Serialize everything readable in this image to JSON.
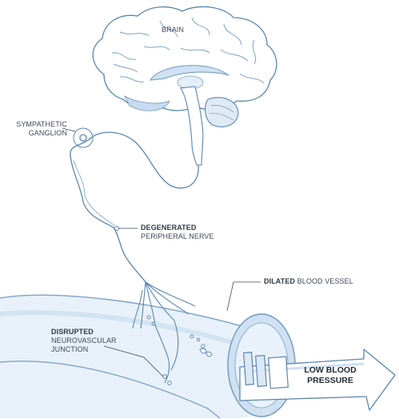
{
  "labels": {
    "brain": "BRAIN",
    "ganglion_line1": "SYMPATHETIC",
    "ganglion_line2": "GANGLION",
    "degenerated_bold": "DEGENERATED",
    "degenerated_rest": "PERIPHERAL NERVE",
    "dilated_bold": "DILATED",
    "dilated_rest": "BLOOD VESSEL",
    "disrupted_bold": "DISRUPTED",
    "disrupted_line2": "NEUROVASCULAR",
    "disrupted_line3": "JUNCTION",
    "arrow_line1": "LOW BLOOD",
    "arrow_line2": "PRESSURE"
  },
  "colors": {
    "outline": "#5b86b0",
    "light_blue": "#dce9f5",
    "mid_blue": "#b7d2ea",
    "dark_text": "#2f3b47"
  }
}
